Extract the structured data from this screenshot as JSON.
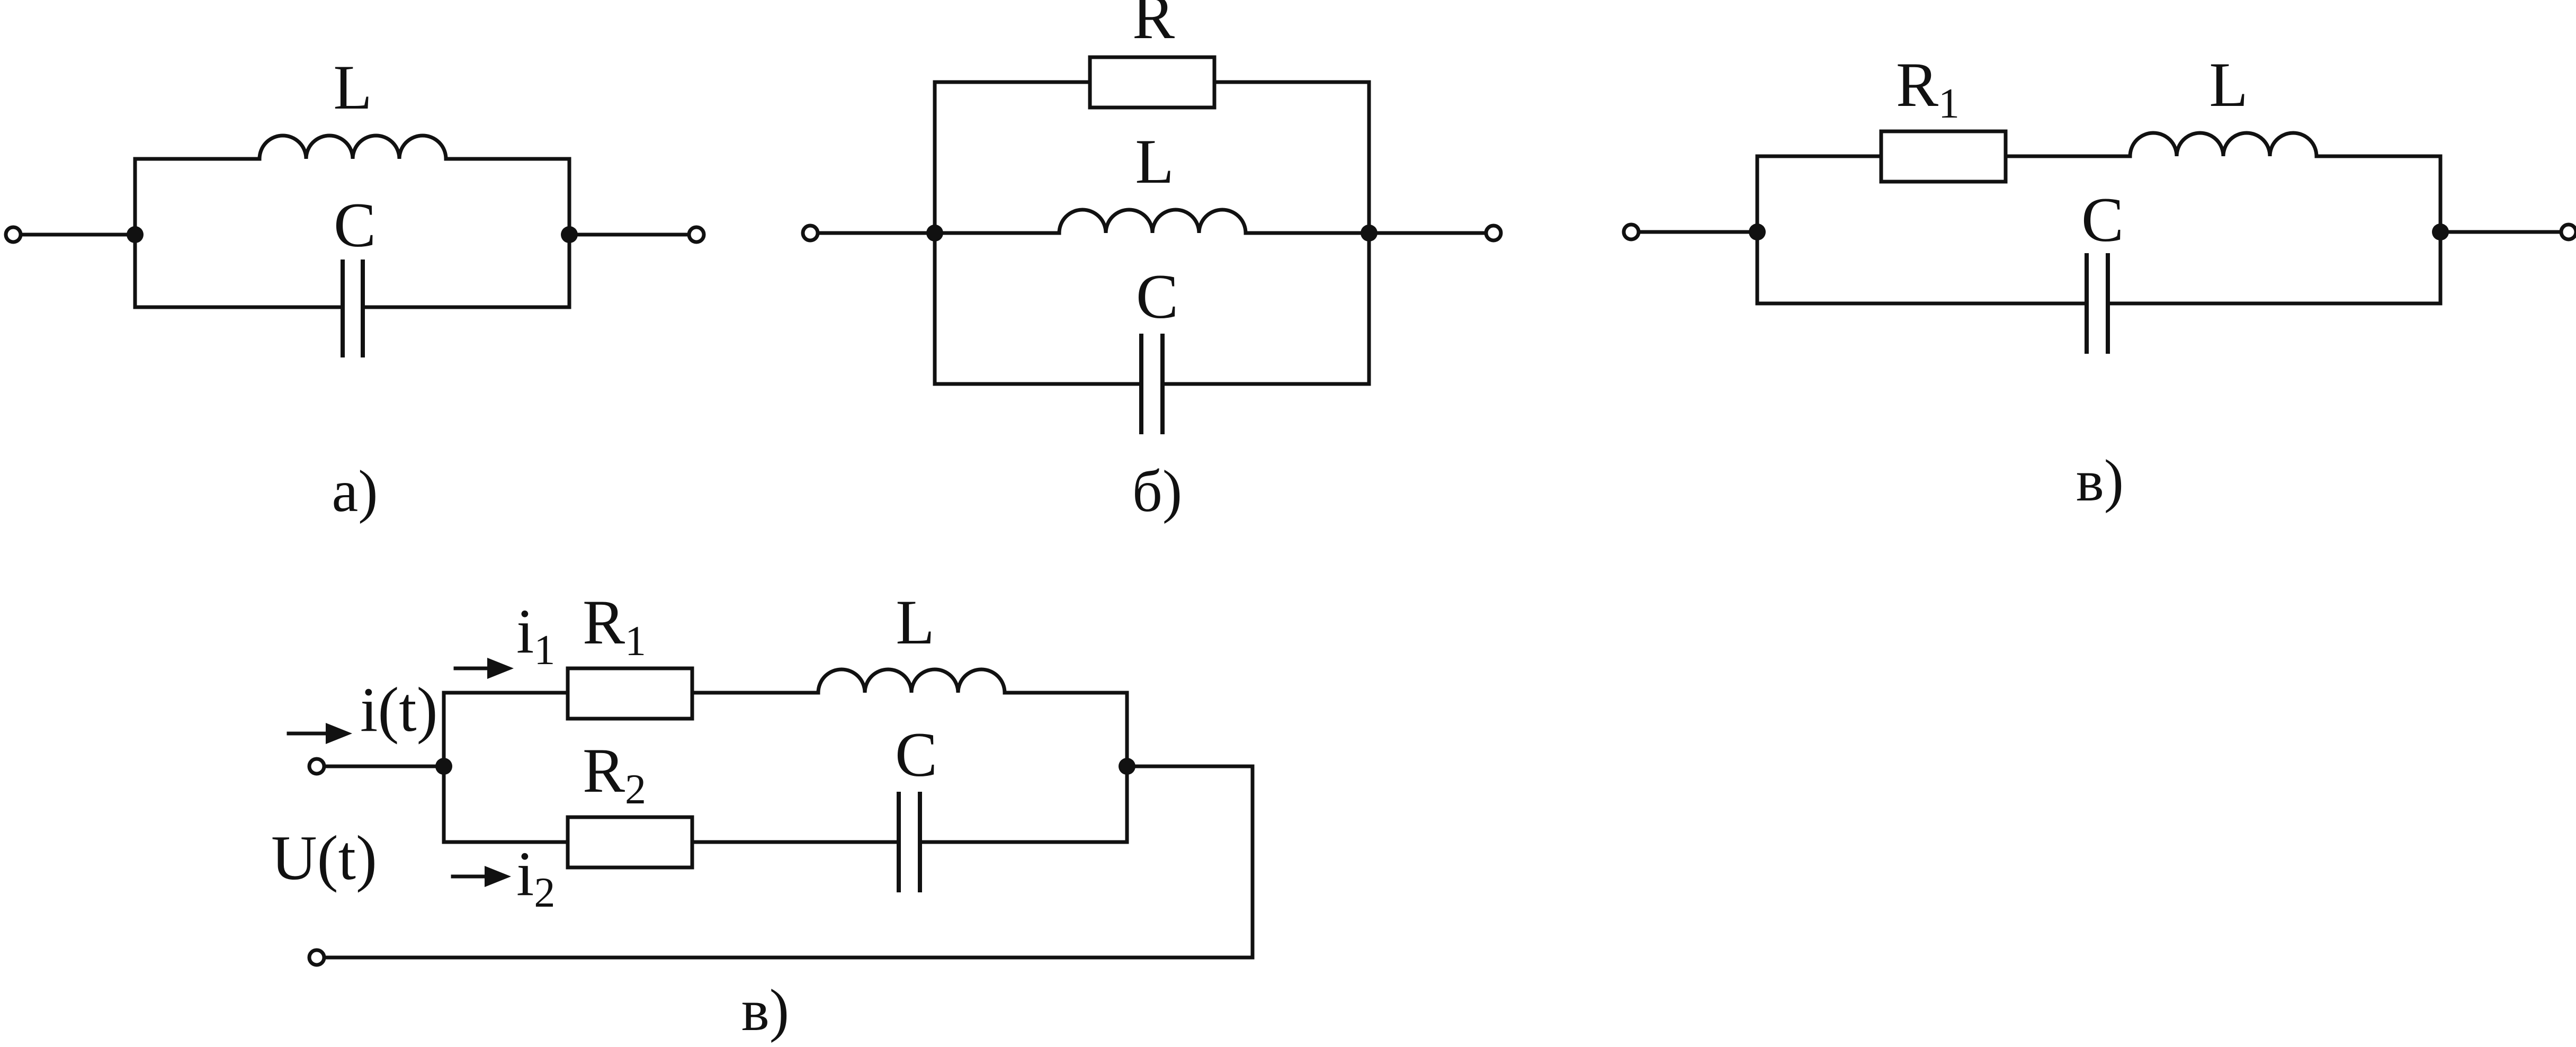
{
  "colors": {
    "ink": "#111111",
    "background": "#ffffff"
  },
  "circuit_a": {
    "inductor": "L",
    "capacitor": "C",
    "caption": "а)"
  },
  "circuit_b": {
    "resistor": "R",
    "inductor": "L",
    "capacitor": "C",
    "caption": "б)"
  },
  "circuit_c": {
    "resistor": {
      "base": "R",
      "sub": "1"
    },
    "inductor": "L",
    "capacitor": "C",
    "caption": "в)"
  },
  "circuit_d": {
    "resistor1": {
      "base": "R",
      "sub": "1"
    },
    "resistor2": {
      "base": "R",
      "sub": "2"
    },
    "inductor": "L",
    "capacitor": "C",
    "current_total": "i(t)",
    "current1": {
      "base": "i",
      "sub": "1"
    },
    "current2": {
      "base": "i",
      "sub": "2"
    },
    "voltage": "U(t)",
    "caption": "в)"
  }
}
